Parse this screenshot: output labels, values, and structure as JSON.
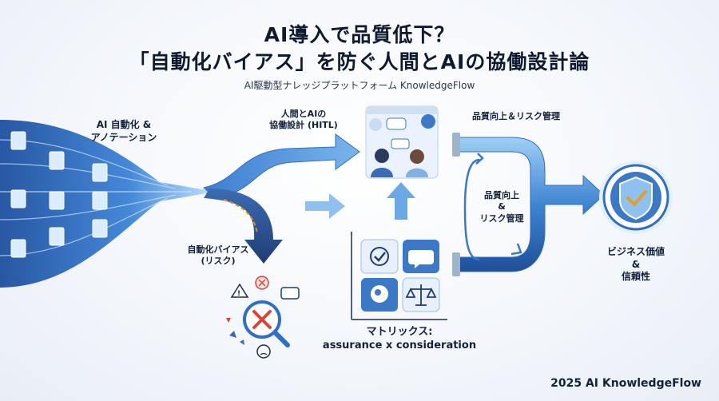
{
  "title_line1": "AI導入で品質低下？",
  "title_line2": "「自動化バイアス」を防ぐ人間とAIの協働設計論",
  "subtitle": "AI駆動型ナレッジプラットフォーム KnowledgeFlow",
  "labels": {
    "ai_automation_line1": "AI 自動化 &",
    "ai_automation_line2": "アノテーション",
    "hitl_line1": "人間とAIの",
    "hitl_line2": "協働設計 (HITL)",
    "bias_line1": "自動化バイアス",
    "bias_line2": "(リスク)",
    "quality_top": "品質向上＆リスク管理",
    "quality_loop_line1": "品質向上",
    "quality_loop_line2": "&",
    "quality_loop_line3": "リスク管理",
    "matrix_line1": "マトリックス:",
    "matrix_line2": "assurance x consideration",
    "value_line1": "ビジネス価値",
    "value_line2": "&",
    "value_line3": "信頼性"
  },
  "footer": "2025 AI KnowledgeFlow",
  "colors": {
    "primary_blue": "#2f6fc4",
    "dark_navy": "#1f3d73",
    "light_blue": "#8fc1ef",
    "alert_red": "#d9443a",
    "warning_orange": "#e08a2b",
    "check_green": "#e0a030"
  }
}
